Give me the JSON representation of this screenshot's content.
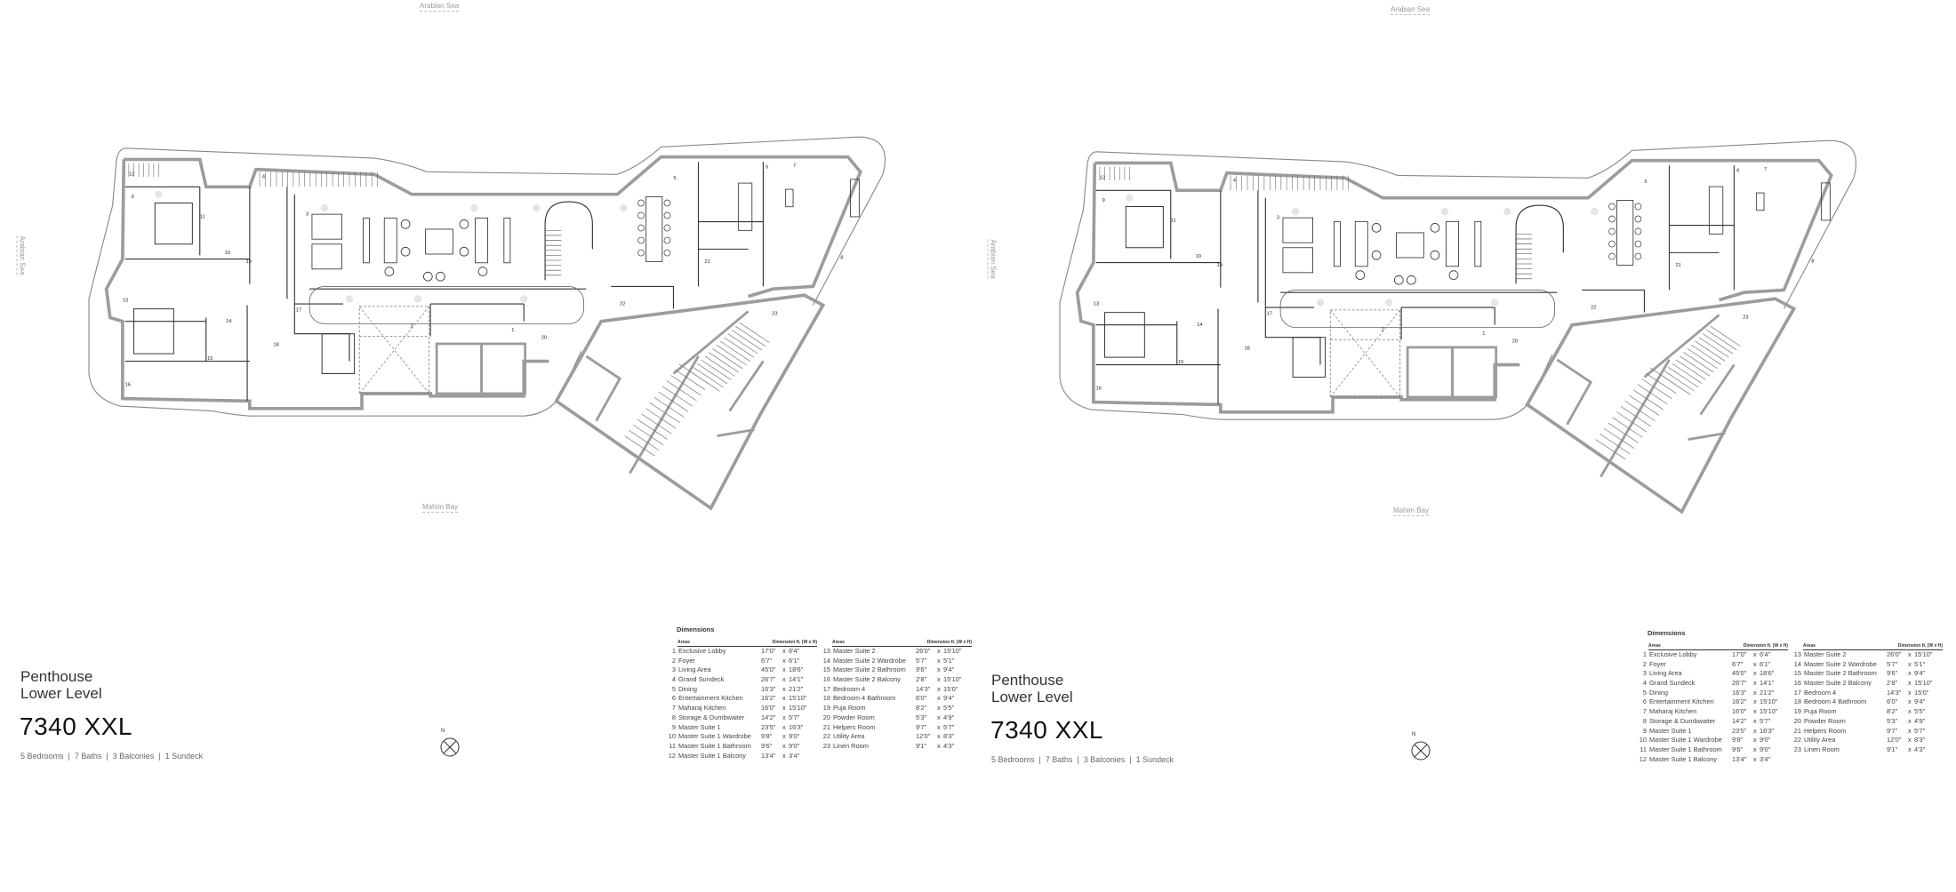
{
  "labels": {
    "top_sea": "Arabian Sea",
    "side_sea": "Arabian Sea",
    "bottom_bay": "Mahim Bay",
    "compass_north": "N"
  },
  "unit": {
    "title_line1": "Penthouse",
    "title_line2": "Lower Level",
    "model": "7340 XXL",
    "stats": "5 Bedrooms  |  7 Baths  |  3 Balconies  |  1 Sundeck"
  },
  "dimensions": {
    "title": "Dimensions",
    "col_areas": "Areas",
    "col_dims": "Dimension ft. (W x H)",
    "sep": "x",
    "rows": [
      {
        "n": "1",
        "name": "Exclusive Lobby",
        "w": "17'0\"",
        "h": "6'4\""
      },
      {
        "n": "2",
        "name": "Foyer",
        "w": "6'7\"",
        "h": "6'1\""
      },
      {
        "n": "3",
        "name": "Living Area",
        "w": "45'0\"",
        "h": "18'6\""
      },
      {
        "n": "4",
        "name": "Grand Sundeck",
        "w": "26'7\"",
        "h": "14'1\""
      },
      {
        "n": "5",
        "name": "Dining",
        "w": "16'3\"",
        "h": "21'2\""
      },
      {
        "n": "6",
        "name": "Entertainment Kitchen",
        "w": "16'2\"",
        "h": "15'10\""
      },
      {
        "n": "7",
        "name": "Maharaj Kitchen",
        "w": "16'0\"",
        "h": "15'10\""
      },
      {
        "n": "8",
        "name": "Storage & Dumbwaiter",
        "w": "14'2\"",
        "h": "5'7\""
      },
      {
        "n": "9",
        "name": "Master Suite 1",
        "w": "23'5\"",
        "h": "16'3\""
      },
      {
        "n": "10",
        "name": "Master Suite 1 Wardrobe",
        "w": "9'8\"",
        "h": "9'0\""
      },
      {
        "n": "11",
        "name": "Master Suite 1 Bathroom",
        "w": "9'6\"",
        "h": "9'0\""
      },
      {
        "n": "12",
        "name": "Master Suite 1 Balcony",
        "w": "13'4\"",
        "h": "3'4\""
      },
      {
        "n": "13",
        "name": "Master Suite 2",
        "w": "26'0\"",
        "h": "15'10\""
      },
      {
        "n": "14",
        "name": "Master Suite 2 Wardrobe",
        "w": "5'7\"",
        "h": "5'1\""
      },
      {
        "n": "15",
        "name": "Master Suite 2 Bathroom",
        "w": "9'6\"",
        "h": "9'4\""
      },
      {
        "n": "16",
        "name": "Master Suite 2 Balcony",
        "w": "2'8\"",
        "h": "15'10\""
      },
      {
        "n": "17",
        "name": "Bedroom 4",
        "w": "14'3\"",
        "h": "15'0\""
      },
      {
        "n": "18",
        "name": "Bedroom 4 Bathroom",
        "w": "6'0\"",
        "h": "9'4\""
      },
      {
        "n": "19",
        "name": "Puja Room",
        "w": "8'2\"",
        "h": "5'5\""
      },
      {
        "n": "20",
        "name": "Powder Room",
        "w": "5'3\"",
        "h": "4'9\""
      },
      {
        "n": "21",
        "name": "Helpers Room",
        "w": "9'7\"",
        "h": "5'7\""
      },
      {
        "n": "22",
        "name": "Utility Area",
        "w": "12'0\"",
        "h": "8'3\""
      },
      {
        "n": "23",
        "name": "Linen Room",
        "w": "9'1\"",
        "h": "4'3\""
      }
    ]
  },
  "plan_labels": [
    "1",
    "2",
    "3",
    "4",
    "5",
    "6",
    "7",
    "8",
    "9",
    "10",
    "11",
    "12",
    "13",
    "14",
    "15",
    "16",
    "17",
    "18",
    "19",
    "20",
    "21",
    "22",
    "23"
  ],
  "colors": {
    "wall": "#9c9c9c",
    "line": "#333333",
    "outline": "#888888"
  }
}
